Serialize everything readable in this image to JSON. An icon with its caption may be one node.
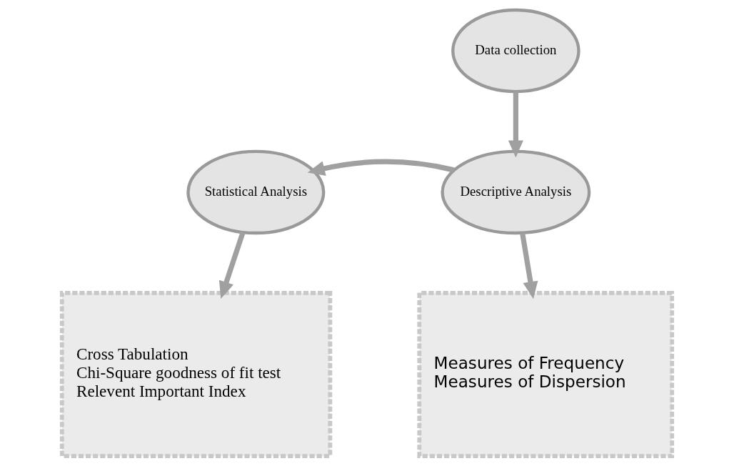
{
  "diagram": {
    "nodes": [
      {
        "text": [
          "Data collection"
        ]
      },
      {
        "text": [
          "Descriptive Analysis"
        ]
      },
      {
        "text": [
          "Statistical Analysis"
        ]
      },
      {
        "text": [
          "Cross Tabulation",
          "Chi-Square goodness of fit test",
          "Relevent Important Index"
        ]
      },
      {
        "text": [
          "Measures of Frequency",
          "Measures of Dispersion"
        ]
      }
    ],
    "edges": [
      {
        "from": 0,
        "to": 1,
        "arrow": "to"
      },
      {
        "from": 1,
        "to": 2,
        "arrow": "to"
      },
      {
        "from": 2,
        "to": 3,
        "arrow": "to"
      },
      {
        "from": 1,
        "to": 4,
        "arrow": "to"
      }
    ]
  }
}
